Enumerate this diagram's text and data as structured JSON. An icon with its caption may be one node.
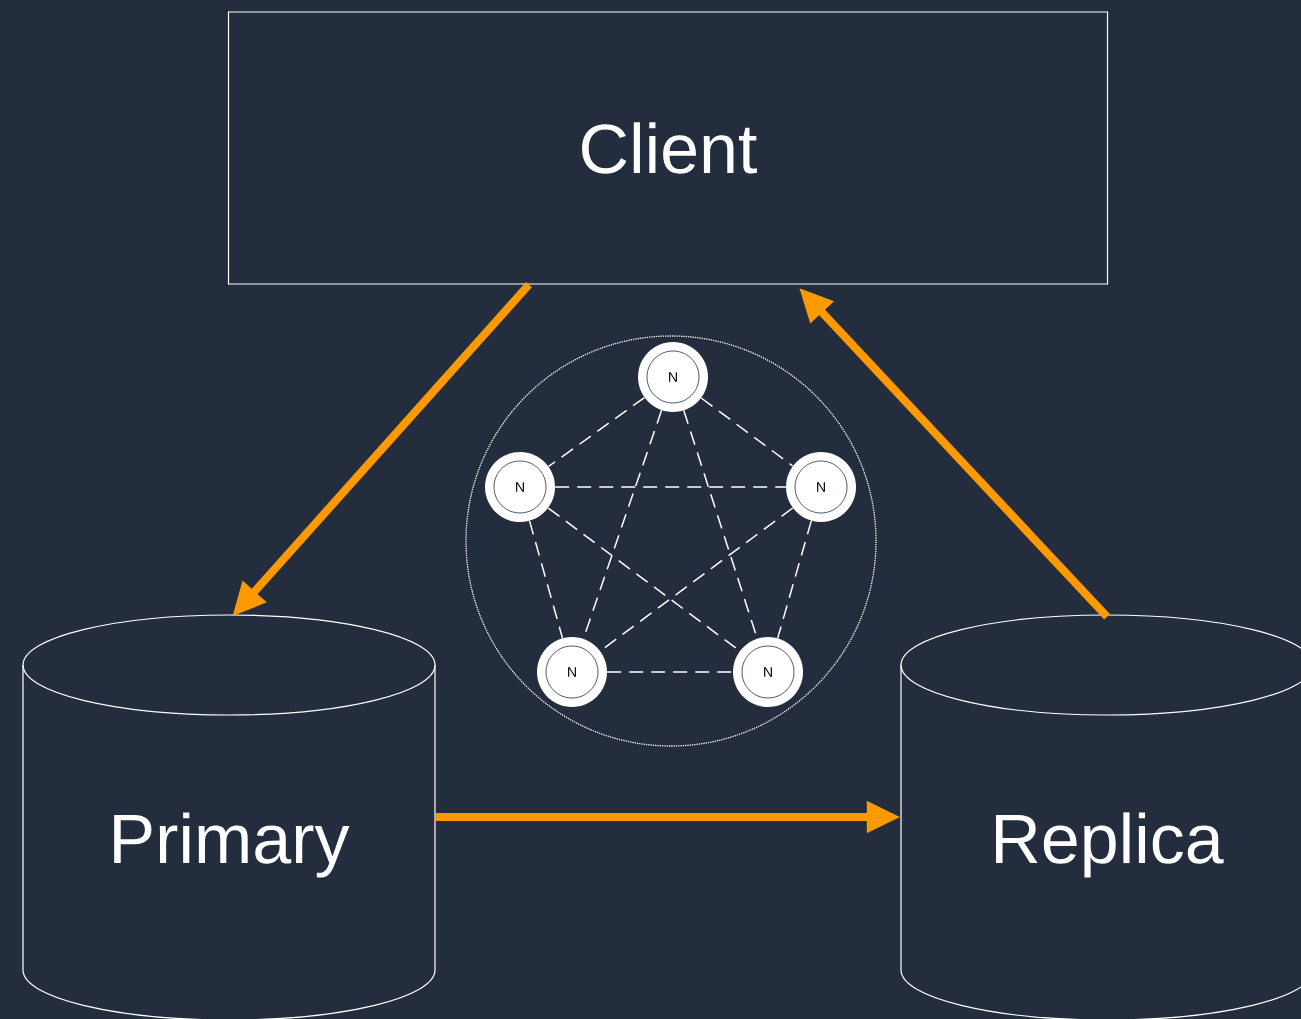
{
  "diagram": {
    "nodes": [
      {
        "text": [
          "Client"
        ]
      },
      {
        "text": [
          "Primary"
        ]
      },
      {
        "text": [
          "Replica"
        ]
      },
      {
        "text": [],
        "shape": "circle"
      },
      {
        "text": [
          "N"
        ],
        "in": 3
      },
      {
        "text": [
          "N"
        ],
        "in": 3
      },
      {
        "text": [
          "N"
        ],
        "in": 3
      },
      {
        "text": [
          "N"
        ],
        "in": 3
      },
      {
        "text": [
          "N"
        ],
        "in": 3
      }
    ],
    "edges": [
      {
        "from": 0,
        "to": 1,
        "arrow": "to",
        "style": "thick",
        "color": "#ff9900"
      },
      {
        "from": 1,
        "to": 2,
        "arrow": "to",
        "style": "thick",
        "color": "#ff9900"
      },
      {
        "from": 2,
        "to": 0,
        "arrow": "to",
        "style": "thick",
        "color": "#ff9900"
      },
      {
        "from": 4,
        "to": 5,
        "arrow": "none",
        "style": "dashed"
      },
      {
        "from": 4,
        "to": 6,
        "arrow": "none",
        "style": "dashed"
      },
      {
        "from": 4,
        "to": 7,
        "arrow": "none",
        "style": "dashed"
      },
      {
        "from": 4,
        "to": 8,
        "arrow": "none",
        "style": "dashed"
      },
      {
        "from": 5,
        "to": 6,
        "arrow": "none",
        "style": "dashed"
      },
      {
        "from": 5,
        "to": 7,
        "arrow": "none",
        "style": "dashed"
      },
      {
        "from": 5,
        "to": 8,
        "arrow": "none",
        "style": "dashed"
      },
      {
        "from": 6,
        "to": 7,
        "arrow": "none",
        "style": "dashed"
      },
      {
        "from": 6,
        "to": 8,
        "arrow": "none",
        "style": "dashed"
      },
      {
        "from": 7,
        "to": 8,
        "arrow": "none",
        "style": "dashed"
      }
    ]
  }
}
